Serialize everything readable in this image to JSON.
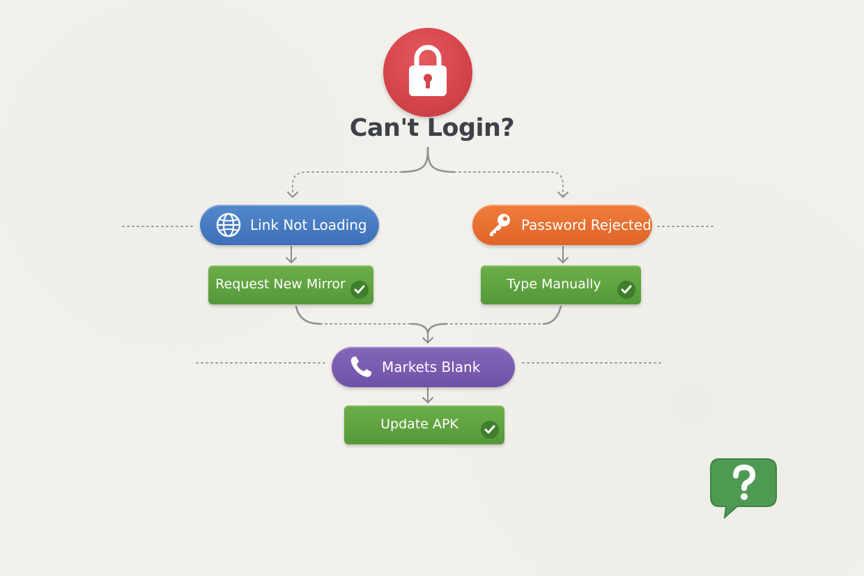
{
  "title": "Can't Login?",
  "branches": [
    {
      "issue": "Link Not Loading",
      "icon": "globe-icon",
      "color": "#4a7ec4",
      "fix": "Request New Mirror"
    },
    {
      "issue": "Password Rejected",
      "icon": "key-icon",
      "color": "#e9712f",
      "fix": "Type Manually"
    }
  ],
  "merge": {
    "issue": "Markets Blank",
    "icon": "phone-icon",
    "color": "#7a5cb0",
    "fix": "Update APK"
  },
  "header_icon": "lock-icon",
  "header_color": "#d9464c",
  "help_icon": "question-bubble-icon",
  "fix_color": "#62a442",
  "check_icon": "checkmark-icon"
}
